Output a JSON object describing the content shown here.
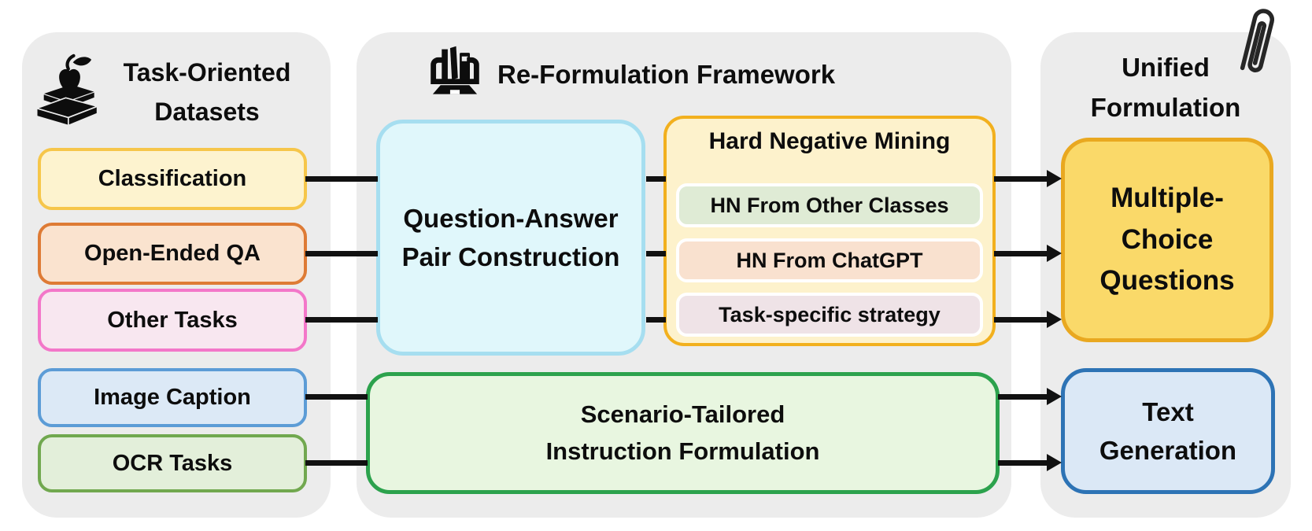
{
  "left_panel": {
    "title_lines": [
      "Task-Oriented",
      "Datasets"
    ],
    "icon": "books-apple-icon",
    "items": [
      {
        "label": "Classification",
        "border": "#F6C64A",
        "bg": "#FDF3CF"
      },
      {
        "label": "Open-Ended QA",
        "border": "#DE7B35",
        "bg": "#FAE3CF"
      },
      {
        "label": "Other Tasks",
        "border": "#F377C9",
        "bg": "#F8E7F0"
      },
      {
        "label": "Image Caption",
        "border": "#5C9CD6",
        "bg": "#DCE9F6"
      },
      {
        "label": "OCR Tasks",
        "border": "#71A84F",
        "bg": "#E3EFDA"
      }
    ]
  },
  "middle_panel": {
    "title": "Re-Formulation Framework",
    "icon": "laptop-books-icon",
    "qa_box": {
      "lines": [
        "Question-Answer",
        "Pair Construction"
      ],
      "border": "#A6DEF0",
      "bg": "#E0F7FB"
    },
    "hnm_box": {
      "title": "Hard Negative Mining",
      "border": "#F2B01E",
      "bg": "#FDF2CC",
      "items": [
        {
          "label": "HN From Other Classes",
          "bg": "#DFEBD5"
        },
        {
          "label": "HN From ChatGPT",
          "bg": "#F9E1CF"
        },
        {
          "label": "Task-specific strategy",
          "bg": "#EFE3E7"
        }
      ]
    },
    "scenario_box": {
      "lines": [
        "Scenario-Tailored",
        "Instruction Formulation"
      ],
      "border": "#2CA24D",
      "bg": "#E8F6E0"
    }
  },
  "right_panel": {
    "title_lines": [
      "Unified",
      "Formulation"
    ],
    "decoration": "paperclip-icon",
    "mcq_box": {
      "lines": [
        "Multiple-",
        "Choice",
        "Questions"
      ],
      "border": "#E9A820",
      "bg": "#FAD969"
    },
    "textgen_box": {
      "lines": [
        "Text",
        "Generation"
      ],
      "border": "#2D73B5",
      "bg": "#DBE8F6"
    }
  },
  "colors": {
    "panel_bg": "#ECECEC",
    "connector": "#111111",
    "text": "#0d0d0d"
  }
}
